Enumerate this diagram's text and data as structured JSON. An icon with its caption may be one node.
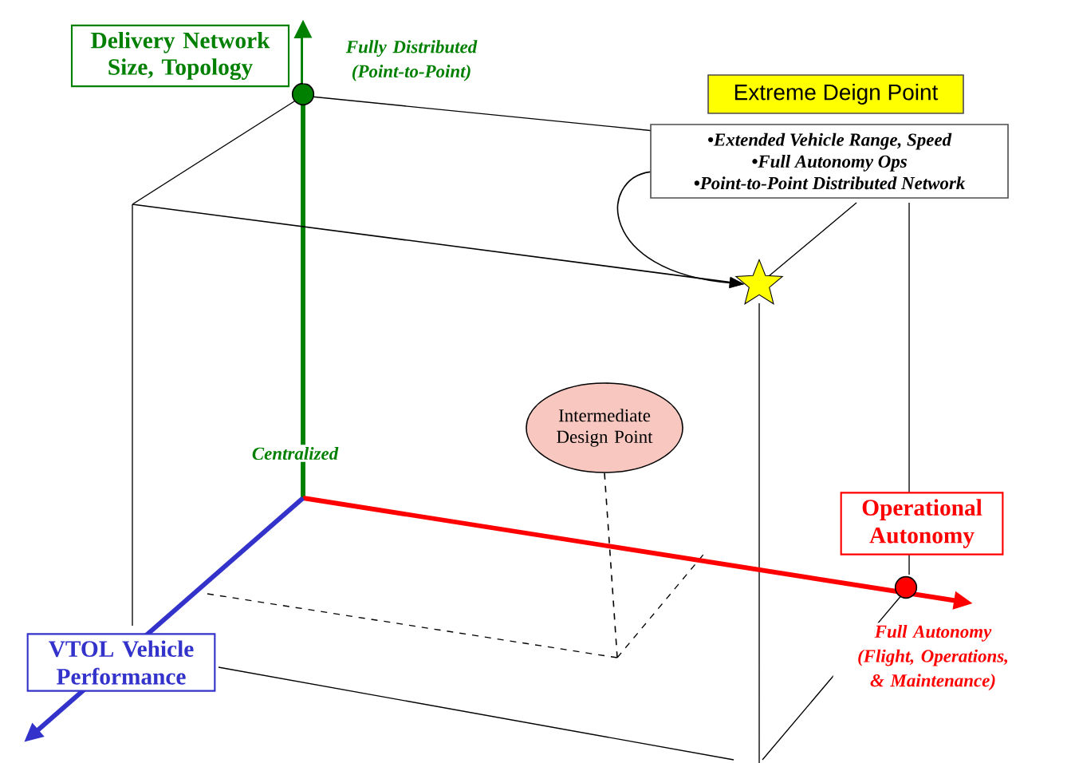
{
  "diagram": {
    "nodes": [
      {
        "text": [
          "Delivery Network Size, Topology"
        ]
      },
      {
        "text": [
          "Extreme Deign Point",
          "•Extended Vehicle Range, Speed",
          "•Full Autonomy Ops",
          "•Point-to-Point Distributed Network"
        ]
      },
      {
        "text": [],
        "shape": "star"
      },
      {
        "text": [
          "Intermediate Design Point"
        ]
      },
      {
        "text": [
          "Operational Autonomy"
        ]
      },
      {
        "text": [
          "VTOL Vehicle Performance"
        ]
      }
    ],
    "edges": [
      {
        "from": null,
        "to": 2,
        "arrow": "to"
      },
      {
        "from": 1,
        "to": 2,
        "arrow": "to"
      },
      {
        "from": 3,
        "to": null,
        "arrow": "none",
        "style": "dashed"
      }
    ],
    "labels": [
      "Fully Distributed (Point-to-Point)",
      "Centralized",
      "Full Autonomy (Flight, Operations, & Maintenance)"
    ]
  }
}
